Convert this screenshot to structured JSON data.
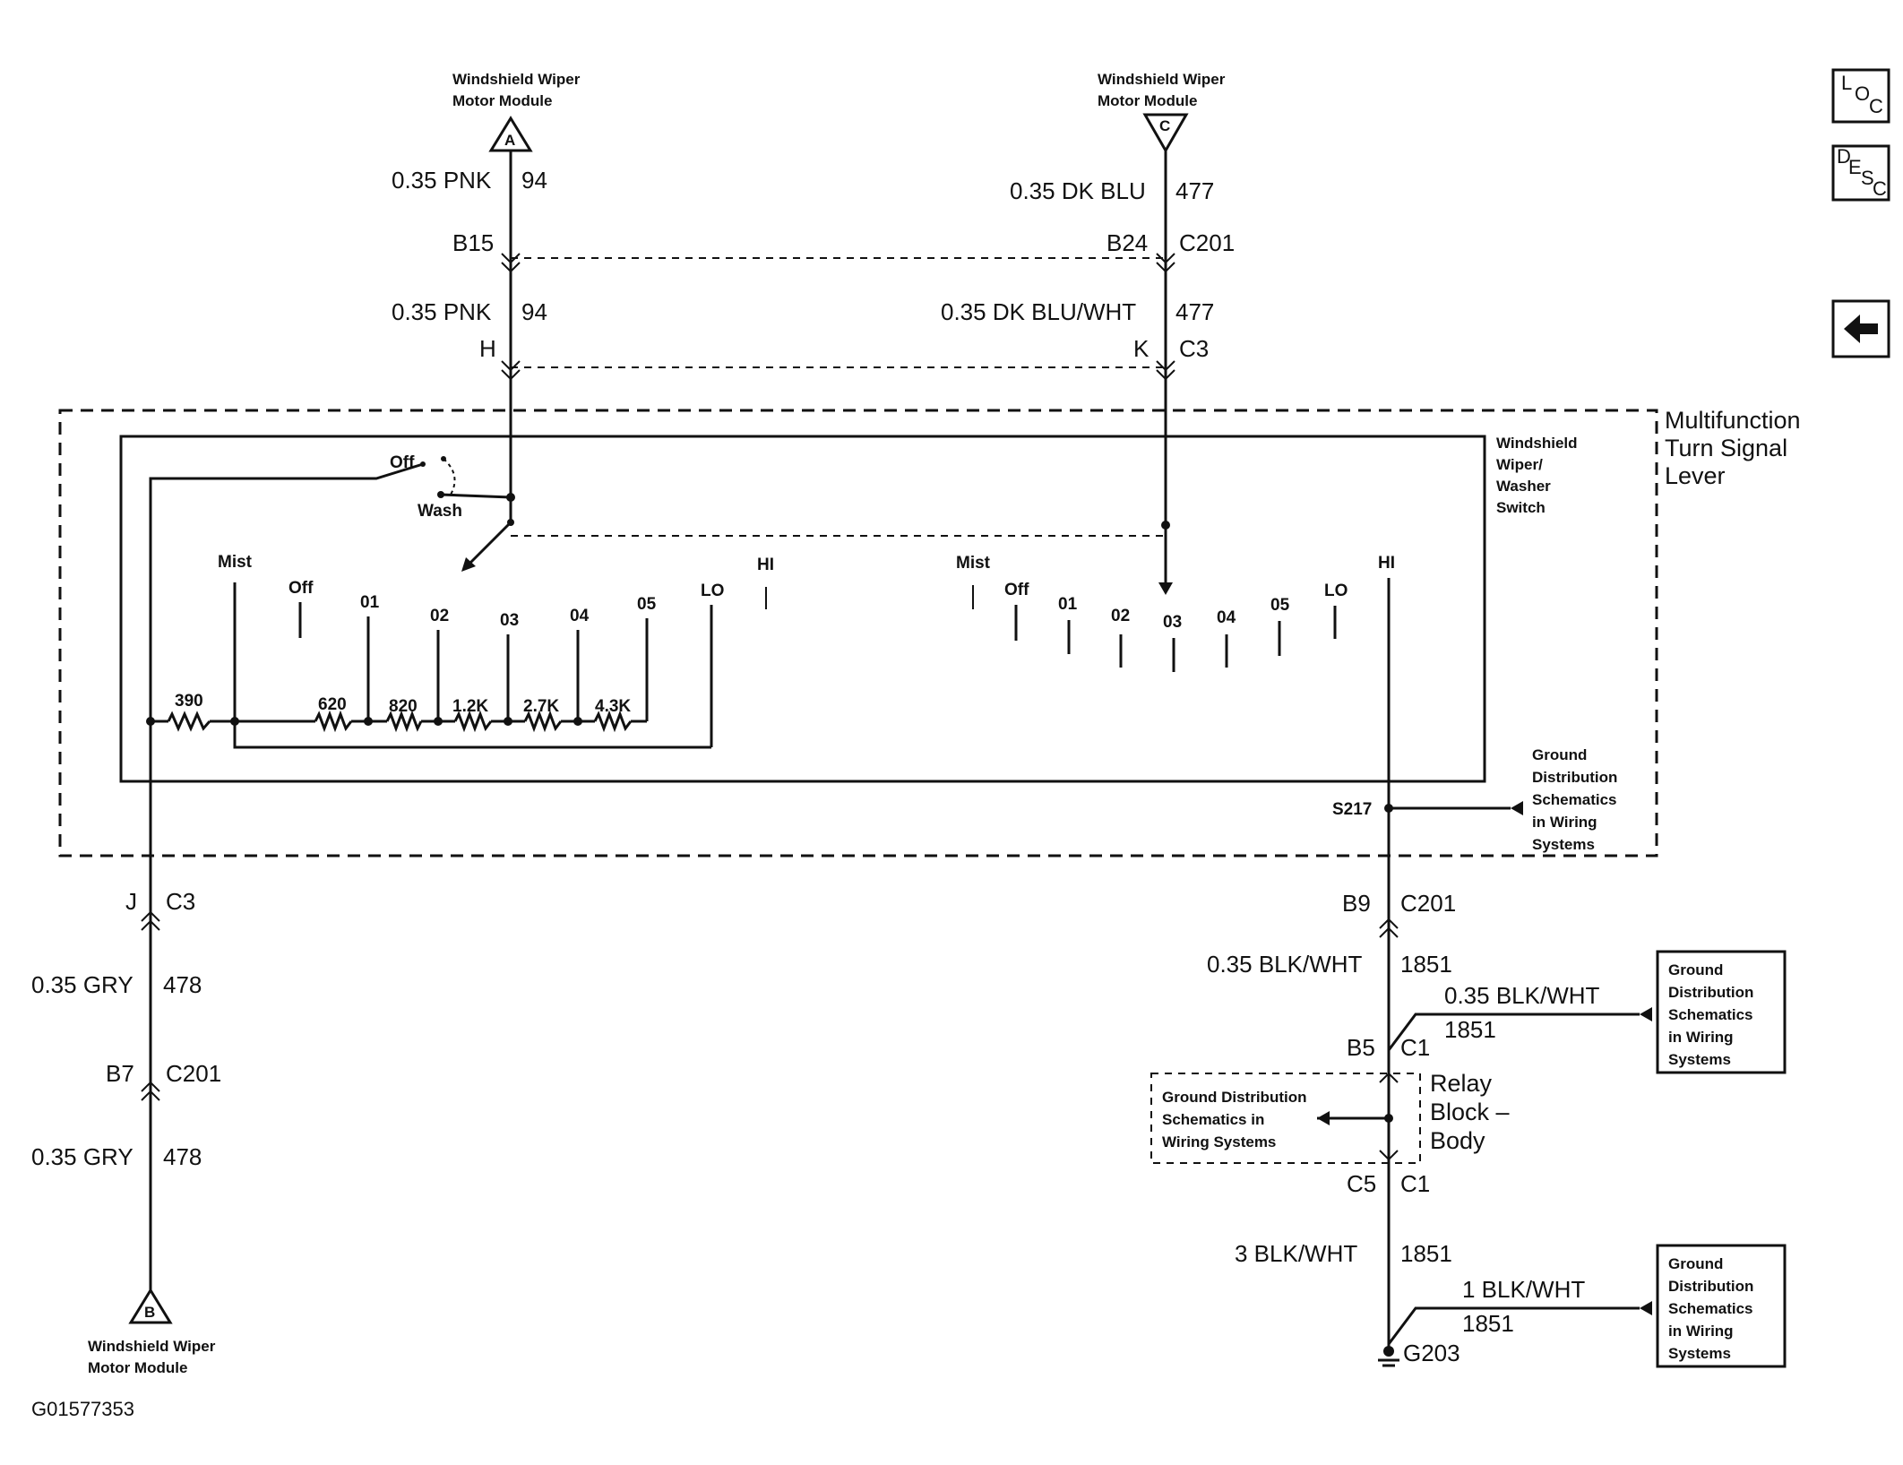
{
  "modules": {
    "a": {
      "label1": "Windshield Wiper",
      "label2": "Motor Module",
      "pin": "A"
    },
    "c": {
      "label1": "Windshield Wiper",
      "label2": "Motor Module",
      "pin": "C"
    },
    "b": {
      "label1": "Windshield Wiper",
      "label2": "Motor Module",
      "pin": "B"
    }
  },
  "wires": {
    "pnk_top": {
      "gauge_color": "0.35 PNK",
      "circuit": "94"
    },
    "pnk_bot": {
      "gauge_color": "0.35 PNK",
      "circuit": "94"
    },
    "blu_top": {
      "gauge_color": "0.35 DK BLU",
      "circuit": "477"
    },
    "blu_bot": {
      "gauge_color": "0.35 DK BLU/WHT",
      "circuit": "477"
    },
    "gry_top": {
      "gauge_color": "0.35 GRY",
      "circuit": "478"
    },
    "gry_bot": {
      "gauge_color": "0.35 GRY",
      "circuit": "478"
    },
    "blk1": {
      "gauge_color": "0.35 BLK/WHT",
      "circuit": "1851"
    },
    "blk2": {
      "gauge_color": "0.35 BLK/WHT",
      "circuit": "1851"
    },
    "blk3": {
      "gauge_color": "3  BLK/WHT",
      "circuit": "1851"
    },
    "blk4": {
      "gauge_color": "1 BLK/WHT",
      "circuit": "1851"
    }
  },
  "connectors": {
    "b15": "B15",
    "b24": "B24",
    "c201_top": "C201",
    "h": "H",
    "k": "K",
    "c3_top": "C3",
    "j": "J",
    "c3_bot": "C3",
    "b7": "B7",
    "c201_left": "C201",
    "b9": "B9",
    "c201_right": "C201",
    "b5": "B5",
    "c1_a": "C1",
    "c5": "C5",
    "c1_b": "C1"
  },
  "switch": {
    "lever_l1": "Multifunction",
    "lever_l2": "Turn Signal",
    "lever_l3": "Lever",
    "sw_l1": "Windshield",
    "sw_l2": "Wiper/",
    "sw_l3": "Washer",
    "sw_l4": "Switch",
    "off": "Off",
    "wash": "Wash",
    "left_positions": [
      "Mist",
      "Off",
      "01",
      "02",
      "03",
      "04",
      "05",
      "LO",
      "HI"
    ],
    "right_positions": [
      "Mist",
      "Off",
      "01",
      "02",
      "03",
      "04",
      "05",
      "LO",
      "HI"
    ],
    "resistors": [
      "390",
      "620",
      "820",
      "1.2K",
      "2.7K",
      "4.3K"
    ]
  },
  "ground": {
    "splice": "S217",
    "g203": "G203",
    "ref_lever": [
      "Ground",
      "Distribution",
      "Schematics",
      "in Wiring",
      "Systems"
    ],
    "ref_box1": [
      "Ground",
      "Distribution",
      "Schematics",
      "in Wiring",
      "Systems"
    ],
    "ref_box2": [
      "Ground",
      "Distribution",
      "Schematics",
      "in Wiring",
      "Systems"
    ],
    "ref_relay": [
      "Ground Distribution",
      "Schematics in",
      "Wiring Systems"
    ]
  },
  "relay_block": {
    "l1": "Relay",
    "l2": "Block –",
    "l3": "Body"
  },
  "nav": {
    "loc": {
      "a": "L",
      "b": "O",
      "c": "C"
    },
    "desc": {
      "a": "D",
      "b": "E",
      "c": "S",
      "d": "C"
    }
  },
  "figure_id": "G01577353"
}
